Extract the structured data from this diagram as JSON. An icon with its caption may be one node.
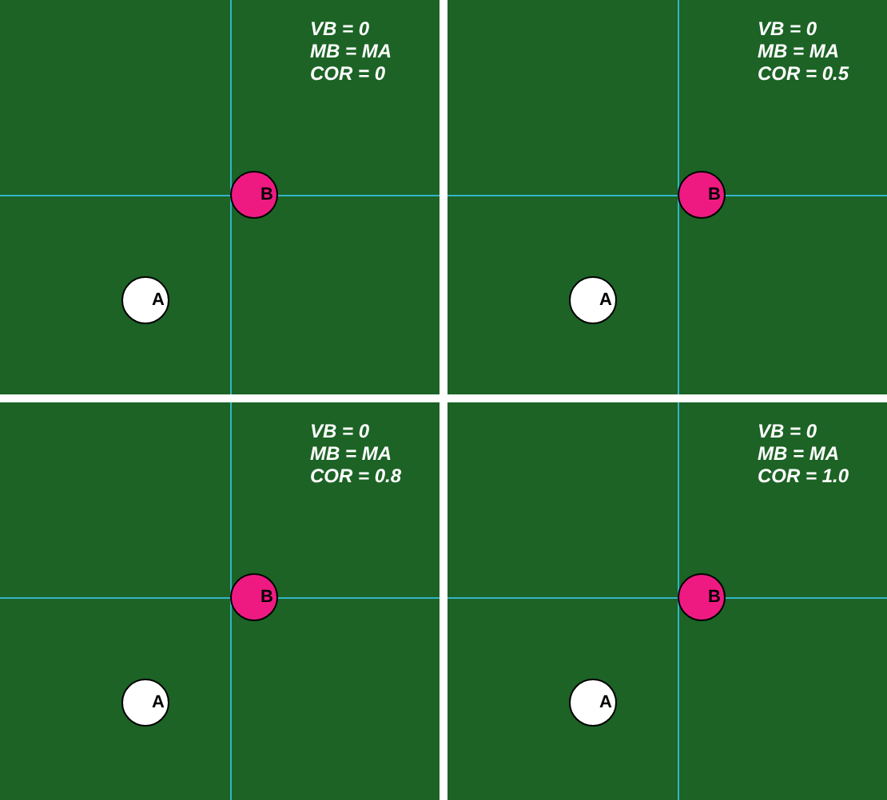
{
  "diagram": {
    "nodes": [
      {
        "text": [
          "VB = 0",
          "MB = MA",
          "COR = 0"
        ]
      },
      {
        "text": [
          "B"
        ],
        "in": 0
      },
      {
        "text": [
          "A"
        ],
        "in": 0
      },
      {
        "text": [
          "VB = 0",
          "MB = MA",
          "COR = 0.5"
        ]
      },
      {
        "text": [
          "B"
        ],
        "in": 3
      },
      {
        "text": [
          "A"
        ],
        "in": 3
      },
      {
        "text": [
          "VB = 0",
          "MB = MA",
          "COR = 0.8"
        ]
      },
      {
        "text": [
          "B"
        ],
        "in": 6
      },
      {
        "text": [
          "A"
        ],
        "in": 6
      },
      {
        "text": [
          "VB = 0",
          "MB = MA",
          "COR = 1.0"
        ]
      },
      {
        "text": [
          "B"
        ],
        "in": 9
      },
      {
        "text": [
          "A"
        ],
        "in": 9
      }
    ]
  }
}
